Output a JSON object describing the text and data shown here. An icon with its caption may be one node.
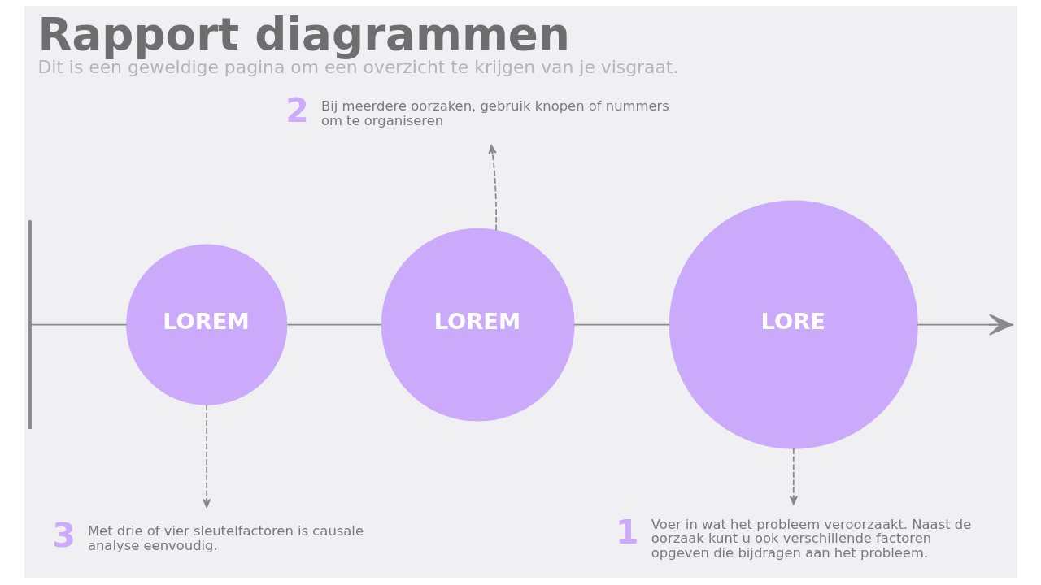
{
  "diagram": {
    "title": "Rapport diagrammen",
    "caption": "Dit is een geweldige pagina om een overzicht te krijgen van je visgraat.",
    "nodes": [
      {
        "text": [],
        "shape": "bar"
      },
      {
        "text": [
          "LOREM"
        ]
      },
      {
        "text": [
          "LOREM"
        ]
      },
      {
        "text": [
          "LORE"
        ]
      },
      {
        "text": [
          "2",
          "Bij meerdere oorzaken, gebruik knopen of nummers om te organiseren"
        ]
      },
      {
        "text": [
          "3",
          "Met drie of vier sleutelfactoren is causale analyse eenvoudig."
        ]
      },
      {
        "text": [
          "1",
          "Voer in wat het probleem veroorzaakt. Naast de oorzaak kunt u ook verschillende factoren opgeven die bijdragen aan het probleem."
        ]
      }
    ],
    "edges": [
      {
        "from": 0,
        "to": 1,
        "arrow": "none"
      },
      {
        "from": 1,
        "to": 2,
        "arrow": "none"
      },
      {
        "from": 2,
        "to": 3,
        "arrow": "none"
      },
      {
        "from": 3,
        "to": null,
        "arrow": "to"
      },
      {
        "from": 2,
        "to": 4,
        "arrow": "to",
        "style": "dashed"
      },
      {
        "from": 1,
        "to": 5,
        "arrow": "to",
        "style": "dashed"
      },
      {
        "from": 3,
        "to": 6,
        "arrow": "to",
        "style": "dashed"
      }
    ]
  }
}
